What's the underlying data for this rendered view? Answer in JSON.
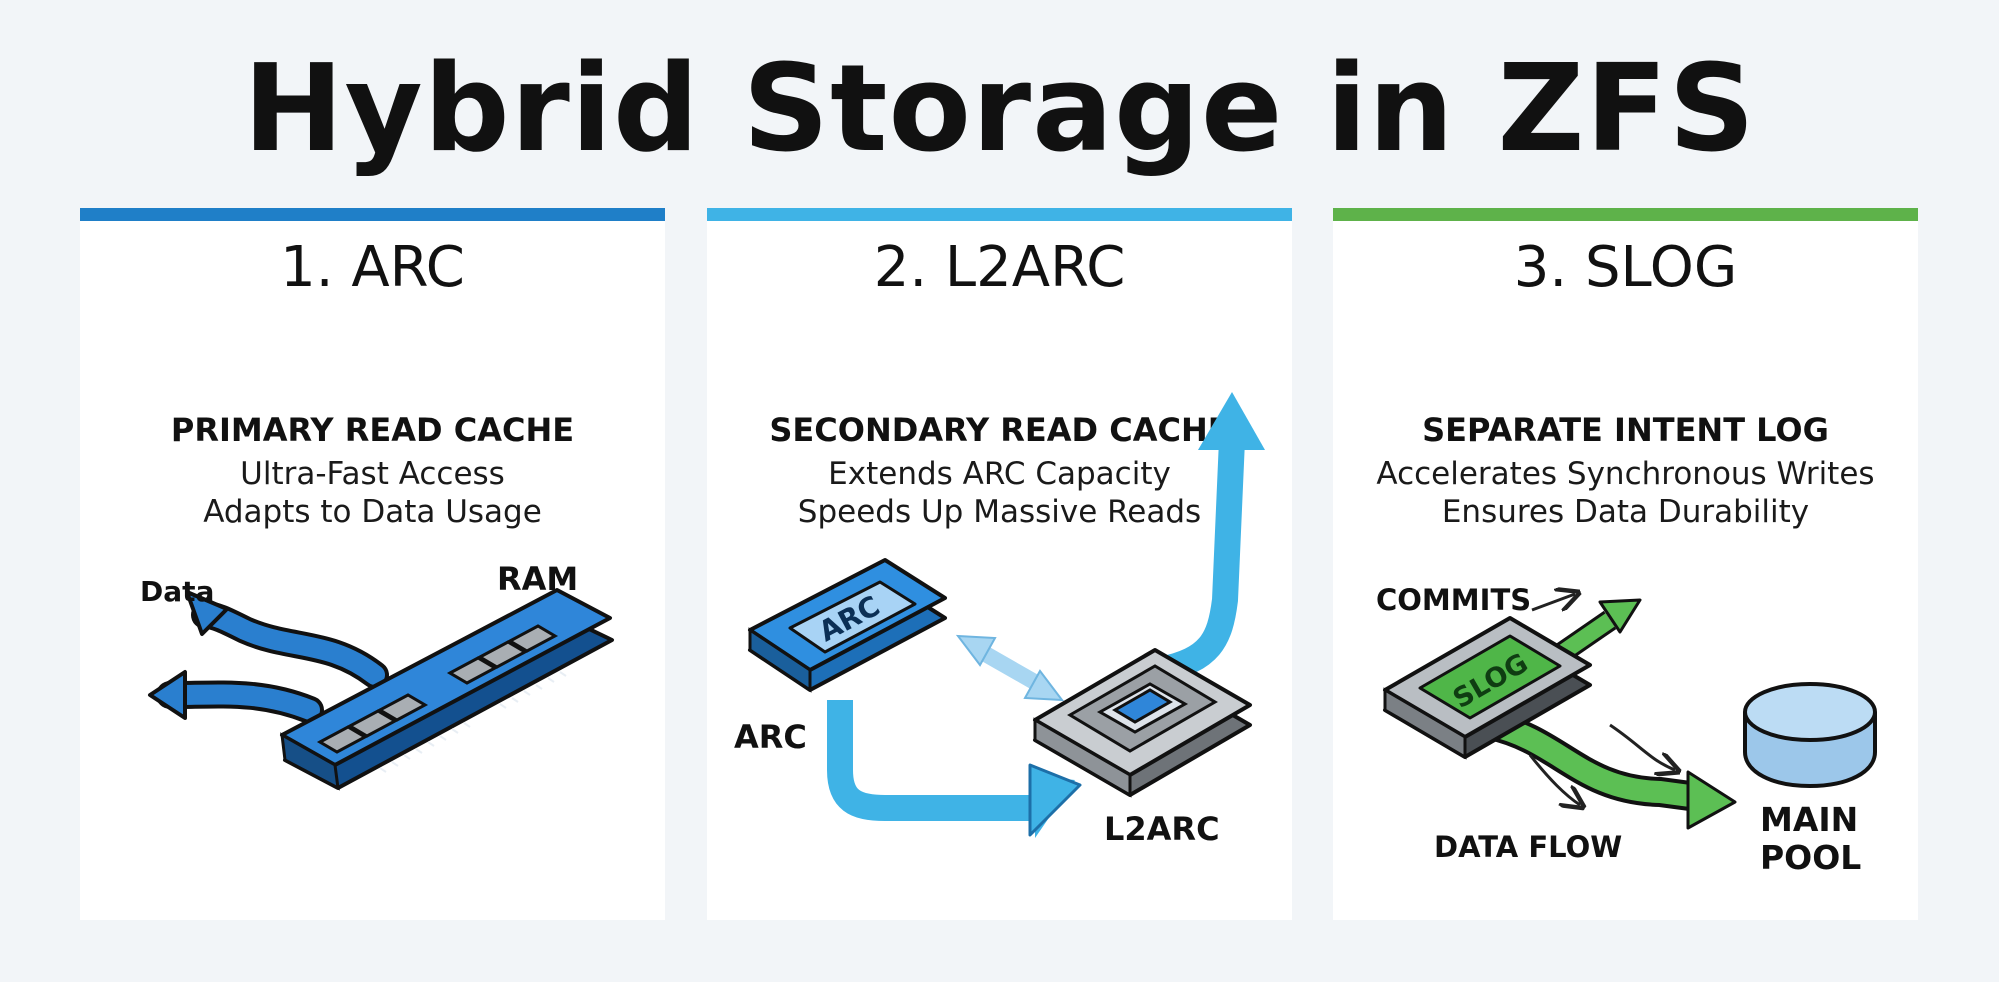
{
  "title": "Hybrid Storage in ZFS",
  "colors": {
    "arc_bar": "#1f7fc8",
    "l2arc_bar": "#3fb3e6",
    "slog_bar": "#5eb24a"
  },
  "panels": [
    {
      "heading": "1. ARC",
      "subtitle": "PRIMARY READ CACHE",
      "lines": [
        "Ultra-Fast Access",
        "Adapts to Data Usage"
      ],
      "labels": {
        "data": "Data",
        "ram": "RAM"
      }
    },
    {
      "heading": "2. L2ARC",
      "subtitle": "SECONDARY READ CACHE",
      "lines": [
        "Extends ARC Capacity",
        "Speeds Up Massive Reads"
      ],
      "labels": {
        "chip": "ARC",
        "arc": "ARC",
        "l2arc": "L2ARC"
      }
    },
    {
      "heading": "3. SLOG",
      "subtitle": "SEPARATE INTENT LOG",
      "lines": [
        "Accelerates Synchronous Writes",
        "Ensures Data Durability"
      ],
      "labels": {
        "commits": "COMMITS",
        "slog": "SLOG",
        "data_flow": "DATA FLOW",
        "main": "MAIN",
        "pool": "POOL"
      }
    }
  ]
}
